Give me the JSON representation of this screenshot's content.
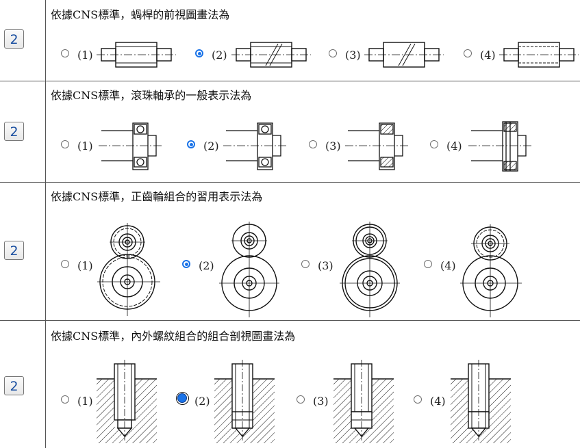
{
  "questions": [
    {
      "number": "2",
      "text": "依據CNS標準，蝸桿的前視圖畫法為",
      "options": [
        "(1)",
        "(2)",
        "(3)",
        "(4)"
      ],
      "selected": 1
    },
    {
      "number": "2",
      "text": "依據CNS標準，滾珠軸承的一般表示法為",
      "options": [
        "(1)",
        "(2)",
        "(3)",
        "(4)"
      ],
      "selected": 1
    },
    {
      "number": "2",
      "text": "依據CNS標準，正齒輪組合的習用表示法為",
      "options": [
        "(1)",
        "(2)",
        "(3)",
        "(4)"
      ],
      "selected": 1
    },
    {
      "number": "2",
      "text": "依據CNS標準，內外螺紋組合的組合剖視圖畫法為",
      "options": [
        "(1)",
        "(2)",
        "(3)",
        "(4)"
      ],
      "selected": 1
    }
  ]
}
